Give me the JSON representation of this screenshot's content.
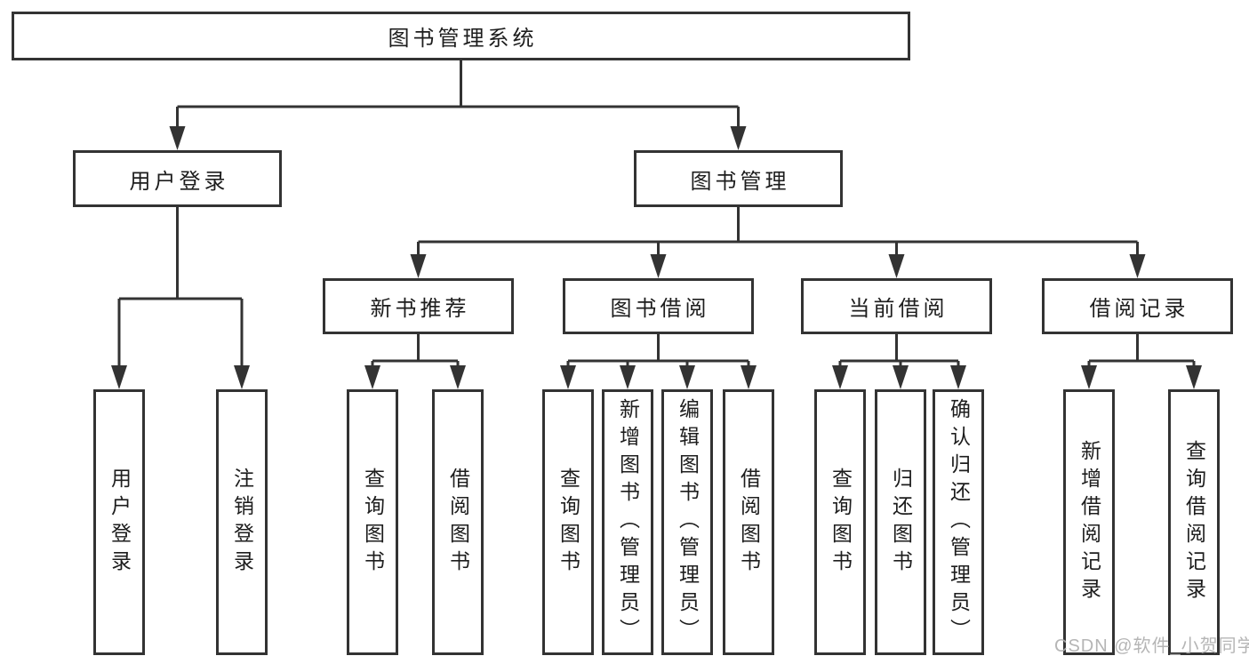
{
  "diagram_title": "图书管理系统",
  "colors": {
    "line": "#333333",
    "box_border": "#333333",
    "box_fill": "#ffffff",
    "text": "#1d1d1d",
    "watermark": "#afafaf",
    "background": "#ffffff"
  },
  "tree": {
    "label": "图书管理系统",
    "children": [
      {
        "label": "用户登录",
        "children": [
          {
            "label": "用户登录"
          },
          {
            "label": "注销登录"
          }
        ]
      },
      {
        "label": "图书管理",
        "children": [
          {
            "label": "新书推荐",
            "children": [
              {
                "label": "查询图书"
              },
              {
                "label": "借阅图书"
              }
            ]
          },
          {
            "label": "图书借阅",
            "children": [
              {
                "label": "查询图书"
              },
              {
                "label": "新增图书（管理员）"
              },
              {
                "label": "编辑图书（管理员）"
              },
              {
                "label": "借阅图书"
              }
            ]
          },
          {
            "label": "当前借阅",
            "children": [
              {
                "label": "查询图书"
              },
              {
                "label": "归还图书"
              },
              {
                "label": "确认归还（管理员）"
              }
            ]
          },
          {
            "label": "借阅记录",
            "children": [
              {
                "label": "新增借阅记录"
              },
              {
                "label": "查询借阅记录"
              }
            ]
          }
        ]
      }
    ]
  },
  "watermark": {
    "text": "CSDN @软件_小贺同学"
  }
}
